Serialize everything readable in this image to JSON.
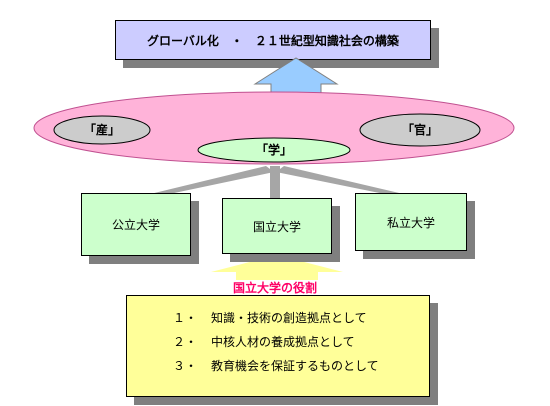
{
  "goal": {
    "text": "グローバル化　・　２１世紀型知識社会の構築"
  },
  "sectors": {
    "industry": "「産」",
    "academia": "「学」",
    "government": "「官」"
  },
  "universities": {
    "public": "公立大学",
    "national": "国立大学",
    "private": "私立大学"
  },
  "roles": {
    "title": "国立大学の役割",
    "items": [
      {
        "num": "１・",
        "text": "知識・技術の創造拠点として"
      },
      {
        "num": "２・",
        "text": "中核人材の養成拠点として"
      },
      {
        "num": "３・",
        "text": "教育機会を保証するものとして"
      }
    ]
  },
  "colors": {
    "goal_fill": "#ccccff",
    "arrow_up": "#99ccff",
    "ellipse": "#ffb3d9",
    "sector_gray": "#cccccc",
    "academia_green": "#ccffcc",
    "university_fill": "#ccffcc",
    "connector": "#a6a6a6",
    "arrow_role": "#ffff99",
    "role_title": "#ff0066",
    "role_fill": "#ffff99"
  }
}
